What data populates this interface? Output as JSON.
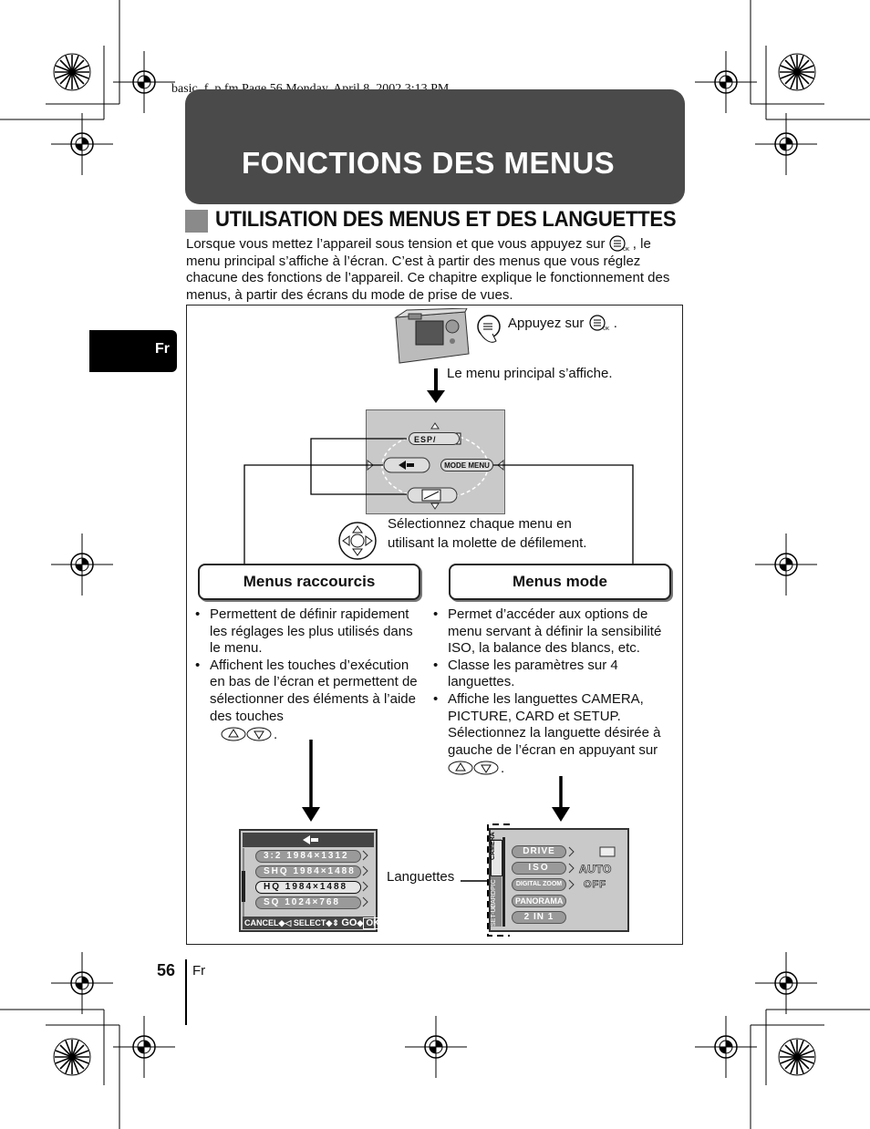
{
  "header_meta": "basic_f_p.fm  Page 56  Monday, April 8, 2002  3:13 PM",
  "title": "FONCTIONS DES MENUS",
  "section_title": "UTILISATION DES MENUS ET DES LANGUETTES",
  "intro": {
    "before_icon": "Lorsque vous mettez l’appareil sous tension et que vous appuyez sur",
    "after_icon": ", le menu principal s’affiche à l’écran. C’est à partir des menus que vous réglez chacune des fonctions de l’appareil. Ce chapitre explique le fonctionnement des menus, à partir des écrans du mode de prise de vues."
  },
  "lang_tab": "Fr",
  "diagram": {
    "press_label": "Appuyez sur",
    "press_suffix": ".",
    "main_menu_label": "Le menu principal s’affiche.",
    "lcd_main": {
      "top_button": "ESP/",
      "right_button": "MODE MENU"
    },
    "select_label_1": "Sélectionnez chaque menu en",
    "select_label_2": "utilisant la molette de défilement.",
    "shortcut_box": "Menus raccourcis",
    "mode_box": "Menus mode",
    "shortcut_bullets": [
      "Permettent de définir rapidement les réglages les plus utilisés dans le menu.",
      "Affichent les touches d’exécution en bas de l’écran et permettent de sélectionner des éléments à l’aide des touches"
    ],
    "mode_bullets": [
      "Permet d’accéder aux options de menu servant à définir la sensibilité ISO, la balance des blancs, etc.",
      "Classe les paramètres sur 4 languettes.",
      "Affiche les languettes CAMERA, PICTURE, CARD et SETUP. Sélectionnez la languette désirée à gauche de l’écran en appuyant sur"
    ],
    "bullet_suffix": ".",
    "tabs_label": "Languettes",
    "lcd_shortcut": {
      "rows": [
        "3:2  1984×1312",
        "SHQ  1984×1488",
        "HQ  1984×1488",
        "SQ  1024×768"
      ],
      "bottom_cancel": "CANCEL",
      "bottom_select": "SELECT",
      "bottom_go": "GO",
      "bottom_ok": "OK"
    },
    "lcd_mode": {
      "side_tabs": [
        "CAMERA",
        "PIC",
        "CARD",
        "SET-UP"
      ],
      "rows": [
        "DRIVE",
        "ISO",
        "DIGITAL ZOOM",
        "PANORAMA",
        "2  IN  1"
      ],
      "values": [
        "",
        "AUTO",
        "OFF",
        "",
        ""
      ]
    }
  },
  "page_number": "56",
  "page_lang": "Fr"
}
